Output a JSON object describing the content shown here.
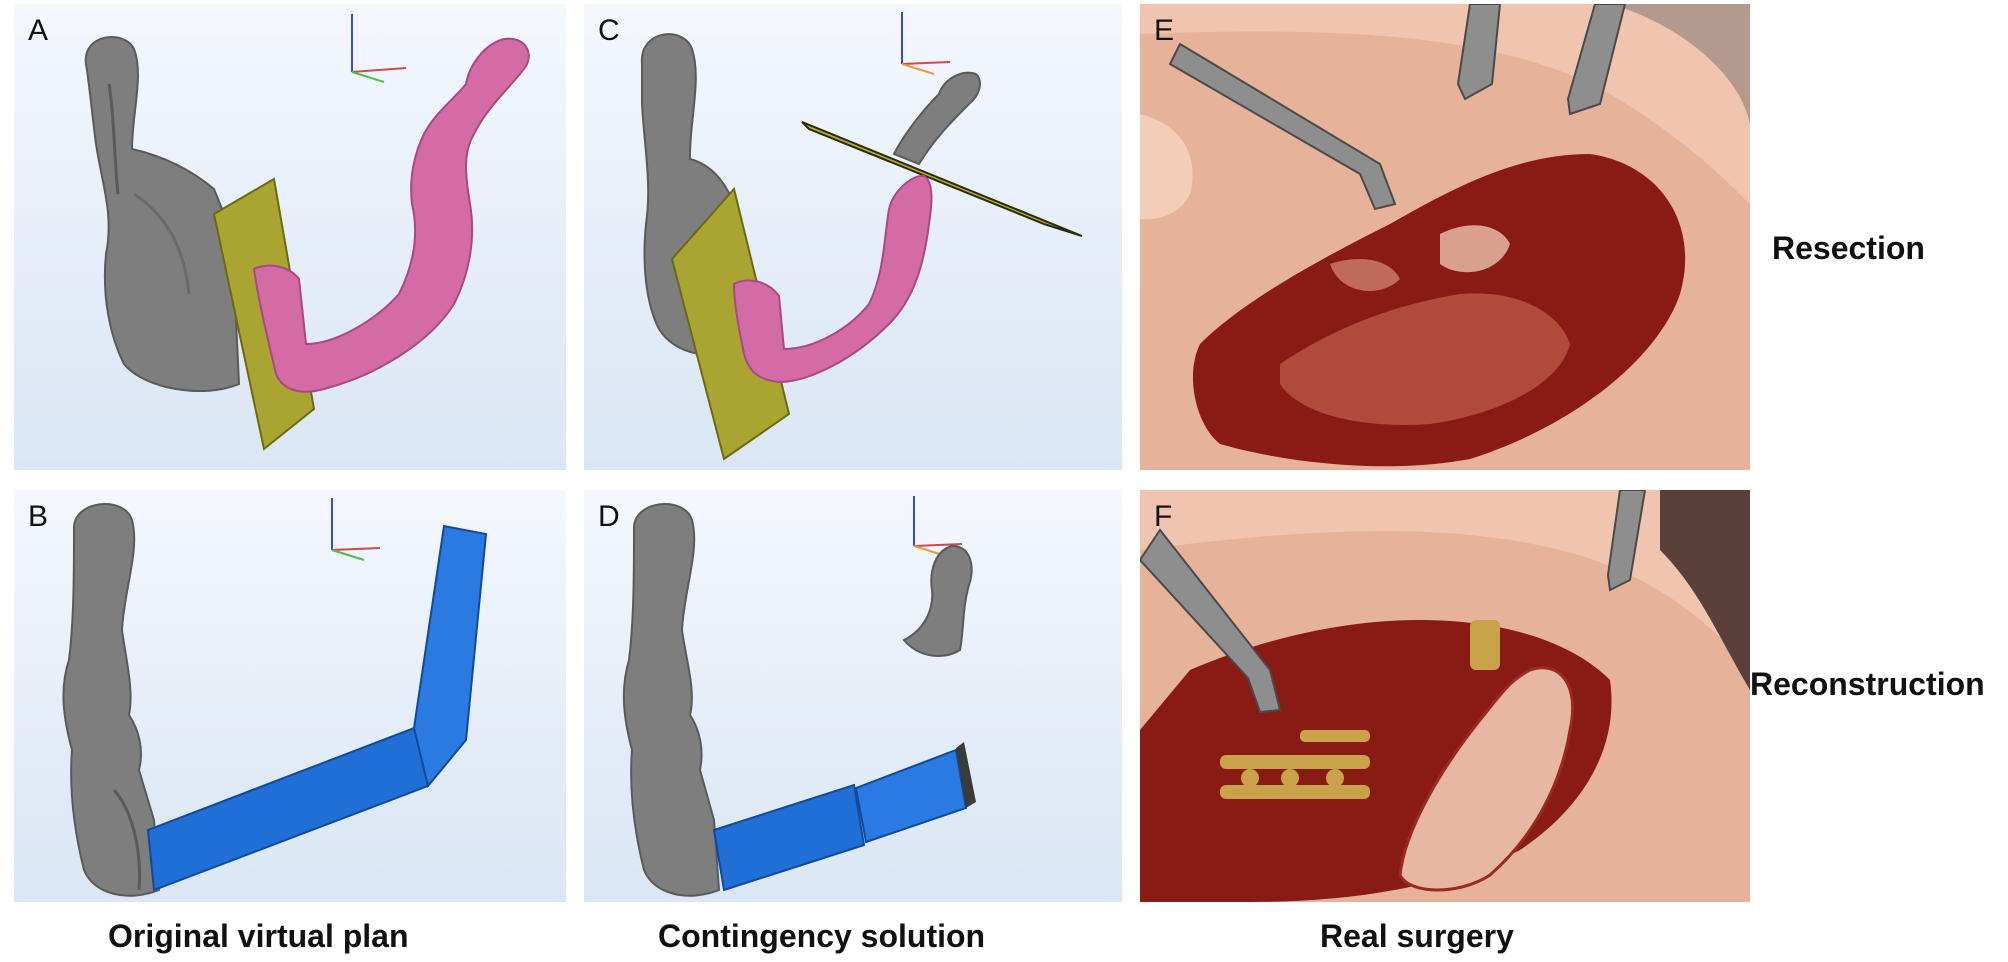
{
  "panels": {
    "A": "A",
    "B": "B",
    "C": "C",
    "D": "D",
    "E": "E",
    "F": "F"
  },
  "row_labels": {
    "top": "Resection",
    "bottom": "Reconstruction"
  },
  "column_captions": {
    "left": "Original virtual plan",
    "middle": "Contingency solution",
    "right": "Real surgery"
  },
  "colors": {
    "bone": "#7c7c7c",
    "resected_segment": "#d46aa6",
    "cutting_plane": "#b5b02c",
    "fibula_graft": "#1f6fd6",
    "tissue": "#8a1a14"
  }
}
